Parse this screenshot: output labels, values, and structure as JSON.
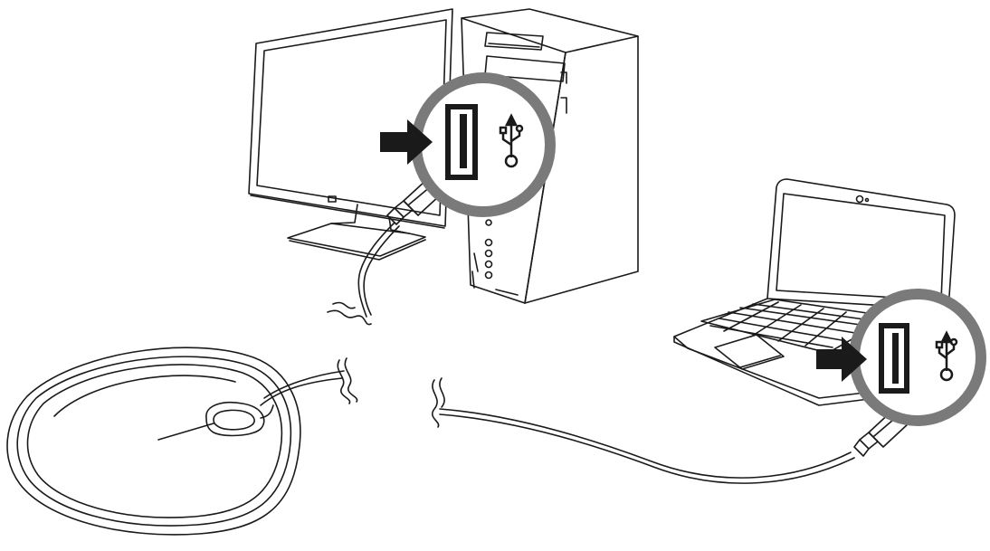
{
  "illustration": {
    "devices": [
      {
        "name": "desktop-monitor",
        "interactable": false
      },
      {
        "name": "desktop-tower",
        "interactable": false
      },
      {
        "name": "laptop",
        "interactable": false
      },
      {
        "name": "mouse",
        "interactable": false
      }
    ],
    "callouts": [
      {
        "target": "desktop-tower",
        "port_type": "usb-a",
        "port_icon": "usb-trident-icon",
        "arrow": "right"
      },
      {
        "target": "laptop",
        "port_type": "usb-a",
        "port_icon": "usb-trident-icon",
        "arrow": "right"
      }
    ],
    "colors": {
      "line": "#1a1a1a",
      "callout_ring": "#7a7a7a",
      "arrow": "#1a1a1a",
      "background": "#ffffff"
    }
  }
}
